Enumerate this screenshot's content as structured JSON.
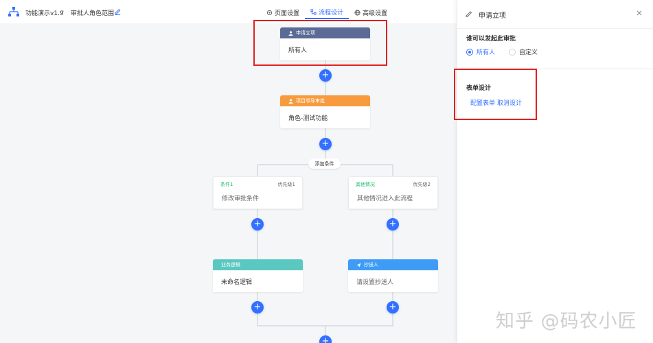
{
  "header": {
    "app_title": "功能演示v1.9",
    "separator": "›",
    "page_name": "审批人角色范围",
    "tabs": [
      {
        "label": "页面设置",
        "icon": "gear-icon",
        "active": false
      },
      {
        "label": "流程设计",
        "icon": "flow-icon",
        "active": true
      },
      {
        "label": "高级设置",
        "icon": "globe-icon",
        "active": false
      }
    ]
  },
  "flow": {
    "start_node": {
      "title": "申请立项",
      "body": "所有人",
      "color": "#5b6b96"
    },
    "approver_node": {
      "title": "项目领导审批",
      "body": "角色-测试功能",
      "color": "#f79b3e"
    },
    "add_condition_label": "添加条件",
    "conditions": [
      {
        "name": "条件1",
        "priority": "优先级1",
        "body": "修改审批条件"
      },
      {
        "name": "其他情况",
        "priority": "优先级2",
        "body": "其他情况进入此流程"
      }
    ],
    "logic_node": {
      "title": "业务逻辑",
      "body": "未命名逻辑",
      "color": "#5ac8c0"
    },
    "cc_node": {
      "title": "抄送人",
      "body": "请设置抄送人",
      "color": "#3e9cf7"
    },
    "plus_symbol": "+"
  },
  "panel": {
    "title": "申请立项",
    "who_label": "谁可以发起此审批",
    "options": [
      {
        "label": "所有人",
        "selected": true
      },
      {
        "label": "自定义",
        "selected": false
      }
    ],
    "form_label": "表单设计",
    "config_form": "配置表单",
    "cancel_design": "取消设计"
  },
  "watermark": "知乎 @码农小匠",
  "colors": {
    "accent": "#3370ff",
    "highlight": "#e02020",
    "condition_green": "#19be6b"
  }
}
